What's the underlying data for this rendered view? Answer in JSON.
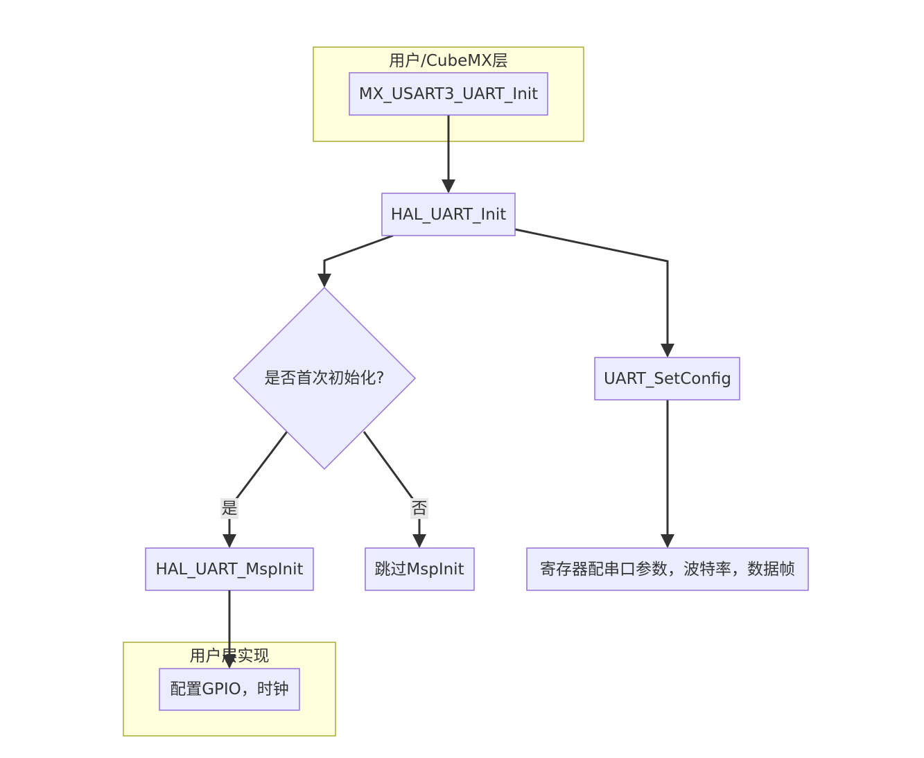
{
  "clusters": {
    "user_cubemx": "用户/CubeMX层",
    "user_impl": "用户层实现"
  },
  "nodes": {
    "mx_init": "MX_USART3_UART_Init",
    "hal_init": "HAL_UART_Init",
    "decision": "是否首次初始化?",
    "set_config": "UART_SetConfig",
    "msp_init": "HAL_UART_MspInit",
    "skip_msp": "跳过MspInit",
    "registers": "寄存器配串口参数，波特率，数据帧",
    "gpio_clock": "配置GPIO，时钟"
  },
  "edges": {
    "yes": "是",
    "no": "否"
  },
  "colors": {
    "node_fill": "#ececff",
    "node_stroke": "#9370db",
    "cluster_fill": "#ffffde",
    "cluster_stroke": "#aaaa33",
    "edge": "#333333",
    "edge_label_bg": "#e8e8e8"
  }
}
